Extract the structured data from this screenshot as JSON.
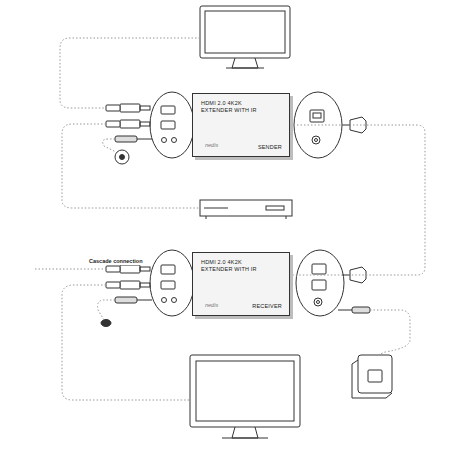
{
  "diagram": {
    "nodes": [
      {
        "text": [
          "HDMI 2.0 4K2K EXTENDER WITH IR",
          "SENDER"
        ]
      },
      {
        "text": [
          "HDMI 2.0 4K2K EXTENDER WITH IR",
          "RECEIVER"
        ]
      }
    ],
    "edges": [
      {
        "from": 0,
        "to": 1,
        "arrow": "none"
      }
    ],
    "labels": [
      "nedis",
      "nedis",
      "Cascade connection"
    ]
  }
}
